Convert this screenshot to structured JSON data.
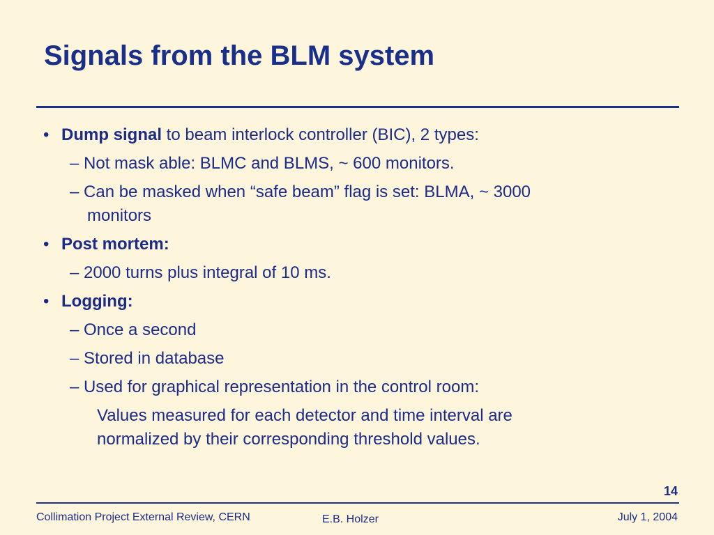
{
  "slide": {
    "title": "Signals from the BLM system",
    "page_number": "14",
    "bullets": [
      {
        "bold": "Dump signal",
        "text": " to beam interlock controller (BIC), 2 types:"
      },
      {
        "text": "– Not mask able: BLMC and BLMS, ~ 600 monitors."
      },
      {
        "text_line1": "– Can be masked when “safe beam” flag is set: BLMA, ~ 3000",
        "text_line2": "monitors"
      },
      {
        "bold": "Post mortem:"
      },
      {
        "text": "– 2000 turns plus integral of 10 ms."
      },
      {
        "bold": "Logging:"
      },
      {
        "text": "– Once a second"
      },
      {
        "text": "– Stored in database"
      },
      {
        "text": "– Used for graphical representation in the control room:"
      },
      {
        "text_line1": "Values measured for each detector and time interval are",
        "text_line2": "normalized by their corresponding threshold values."
      }
    ],
    "bullet_symbol": "•",
    "footer": {
      "left": "Collimation Project External Review, CERN",
      "center": "E.B. Holzer",
      "right": "July 1, 2004"
    }
  },
  "colors": {
    "background": "#fdf6dc",
    "title": "#1a2f8a",
    "text": "#1c2a88"
  }
}
